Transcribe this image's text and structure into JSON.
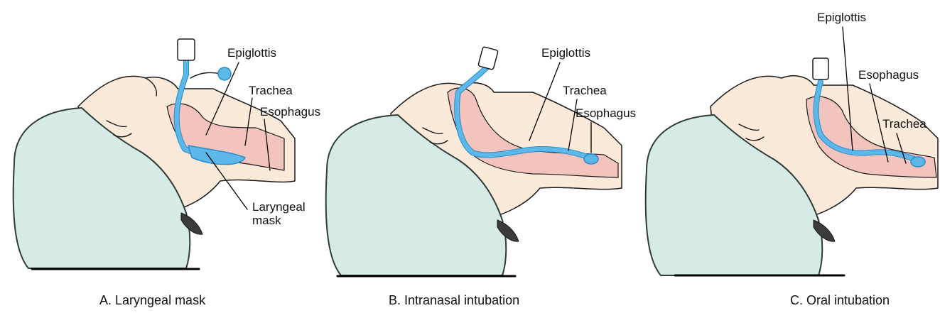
{
  "colors": {
    "cap": "#d6ebe5",
    "cap_line": "#2f3b37",
    "skin": "#fbe9d9",
    "airway": "#f3c3bd",
    "tube": "#5bb8e8",
    "tube_dark": "#2b8cc8",
    "outline": "#1a1a1a",
    "hair": "#3b3b3b"
  },
  "panels": [
    {
      "caption": "A. Laryngeal mask",
      "labels": {
        "epiglottis": "Epiglottis",
        "trachea": "Trachea",
        "esophagus": "Esophagus",
        "mask_line1": "Laryngeal",
        "mask_line2": "mask"
      }
    },
    {
      "caption": "B. Intranasal intubation",
      "labels": {
        "epiglottis": "Epiglottis",
        "trachea": "Trachea",
        "esophagus": "Esophagus"
      }
    },
    {
      "caption": "C. Oral intubation",
      "labels": {
        "epiglottis": "Epiglottis",
        "esophagus": "Esophagus",
        "trachea": "Trachea"
      }
    }
  ]
}
